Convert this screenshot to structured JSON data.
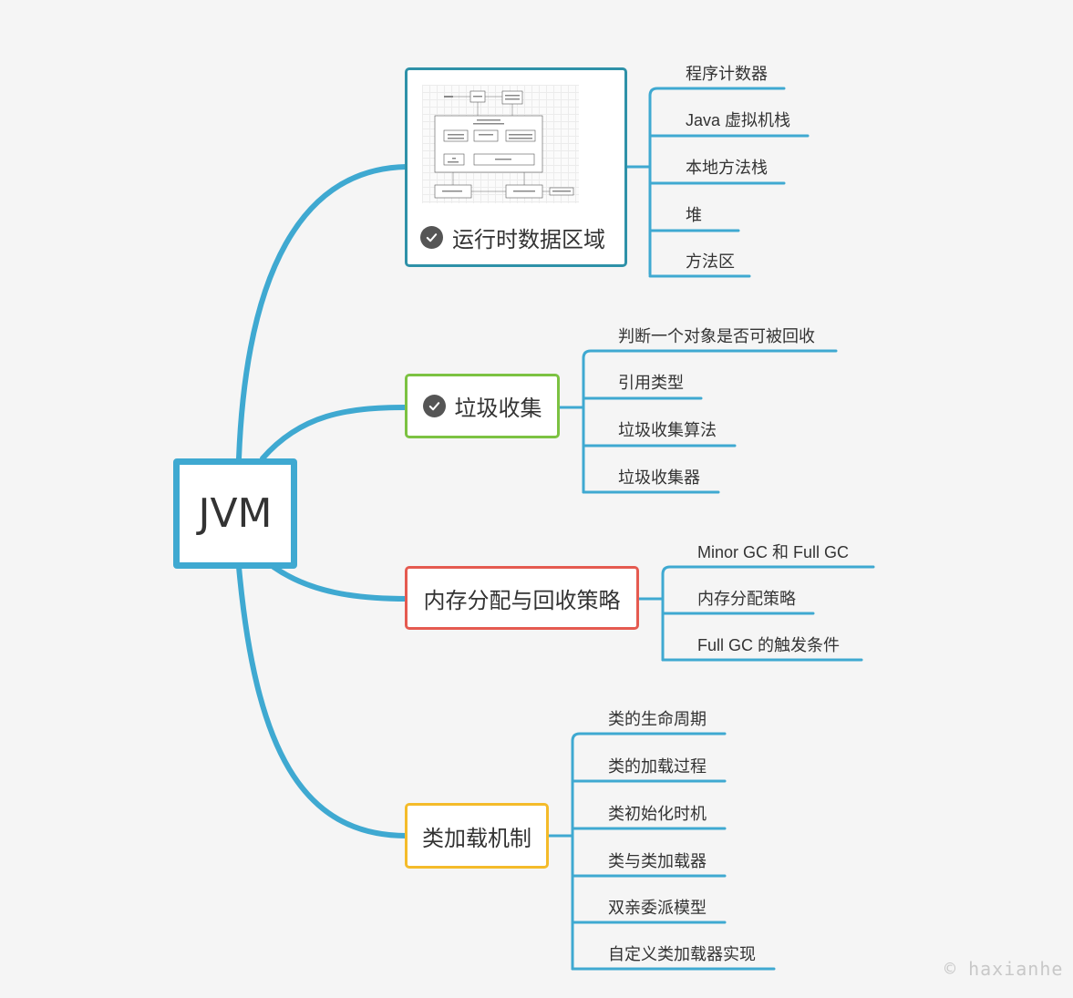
{
  "root": {
    "label": "JVM"
  },
  "branches": {
    "runtime": {
      "label": "运行时数据区域",
      "completed": true,
      "image_alt": "运行时数据区域示意图",
      "children": [
        "程序计数器",
        "Java 虚拟机栈",
        "本地方法栈",
        "堆",
        "方法区"
      ]
    },
    "gc": {
      "label": "垃圾收集",
      "completed": true,
      "children": [
        "判断一个对象是否可被回收",
        "引用类型",
        "垃圾收集算法",
        "垃圾收集器"
      ]
    },
    "memory": {
      "label": "内存分配与回收策略",
      "children": [
        "Minor GC 和 Full GC",
        "内存分配策略",
        "Full GC 的触发条件"
      ]
    },
    "classloading": {
      "label": "类加载机制",
      "children": [
        "类的生命周期",
        "类的加载过程",
        "类初始化时机",
        "类与类加载器",
        "双亲委派模型",
        "自定义类加载器实现"
      ]
    }
  },
  "watermark": "© haxianhe",
  "colors": {
    "connector": "#3fa9d1",
    "root_border": "#3fa9d1",
    "runtime_border": "#2e91a8",
    "gc_border": "#7cc242",
    "memory_border": "#e55a50",
    "classloading_border": "#f4bb2a",
    "check_icon": "#555555"
  },
  "icons": {
    "completed": "check-circle-icon"
  }
}
